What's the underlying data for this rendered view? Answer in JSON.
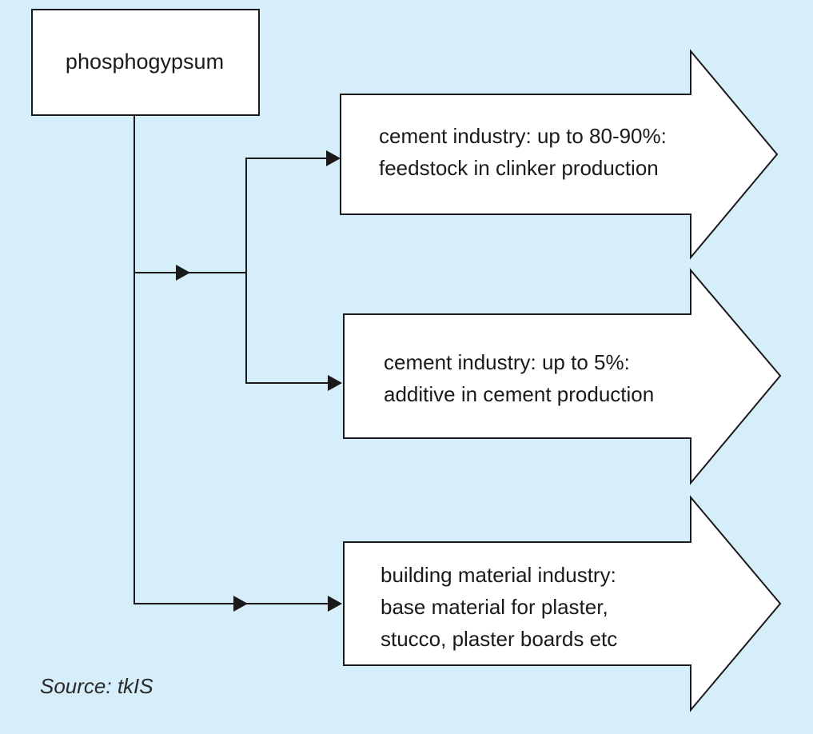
{
  "colors": {
    "background": "#d6eef9",
    "box_fill": "#ffffff",
    "stroke": "#1a1a1a"
  },
  "nodes": {
    "source": {
      "label": "phosphogypsum"
    },
    "targets": [
      {
        "id": "cement-clinker",
        "lines": [
          "cement industry: up to 80-90%:",
          "feedstock in clinker production"
        ]
      },
      {
        "id": "cement-additive",
        "lines": [
          "cement industry: up to 5%:",
          "additive in cement production"
        ]
      },
      {
        "id": "building-material",
        "lines": [
          "building material industry:",
          "base material for plaster,",
          "stucco, plaster boards etc"
        ]
      }
    ]
  },
  "edges": [
    {
      "from": "phosphogypsum",
      "to": "cement-clinker"
    },
    {
      "from": "phosphogypsum",
      "to": "cement-additive"
    },
    {
      "from": "phosphogypsum",
      "to": "building-material"
    }
  ],
  "footer": {
    "source": "Source: tkIS"
  }
}
